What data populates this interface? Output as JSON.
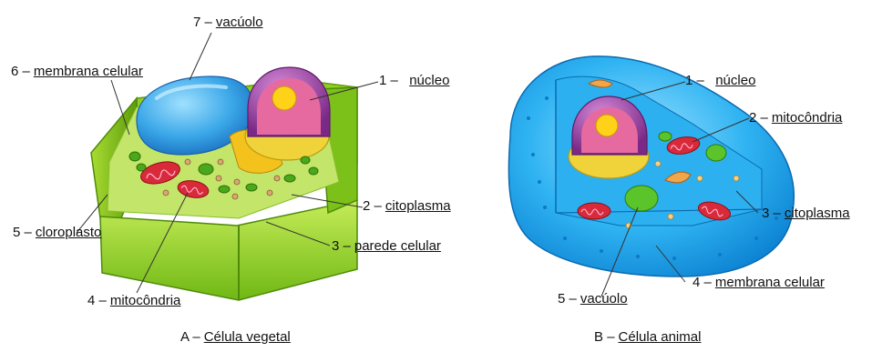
{
  "plant": {
    "caption": {
      "letter": "A",
      "dash": "–",
      "term": "Célula vegetal"
    },
    "labels": [
      {
        "num": "7",
        "dash": "–",
        "term": "vacúolo"
      },
      {
        "num": "6",
        "dash": "–",
        "term": "membrana celular"
      },
      {
        "num": "1",
        "dash": "–",
        "term": "núcleo"
      },
      {
        "num": "2",
        "dash": "–",
        "term": "citoplasma"
      },
      {
        "num": "3",
        "dash": "–",
        "term": "parede celular"
      },
      {
        "num": "5",
        "dash": "–",
        "term": "cloroplasto"
      },
      {
        "num": "4",
        "dash": "–",
        "term": "mitocôndria"
      }
    ]
  },
  "animal": {
    "caption": {
      "letter": "B",
      "dash": "–",
      "term": "Célula animal"
    },
    "labels": [
      {
        "num": "1",
        "dash": "–",
        "term": "núcleo"
      },
      {
        "num": "2",
        "dash": "–",
        "term": "mitocôndria"
      },
      {
        "num": "3",
        "dash": "–",
        "term": "citoplasma"
      },
      {
        "num": "4",
        "dash": "–",
        "term": "membrana celular"
      },
      {
        "num": "5",
        "dash": "–",
        "term": "vacúolo"
      }
    ]
  },
  "colors": {
    "cell_wall": "#9bd12a",
    "cell_wall_dark": "#5f9e10",
    "cytoplasm_plant": "#c8ea6a",
    "vacuole": "#3aa7e8",
    "nucleus_outer": "#a04aa8",
    "nucleus_inner": "#e86aa0",
    "nucleolus": "#ffd21a",
    "golgi": "#f2c21a",
    "mitochondria": "#d92a3a",
    "animal_body": "#1ea4ee",
    "animal_inner": "#7fd6ff",
    "leader_line": "#333333"
  }
}
